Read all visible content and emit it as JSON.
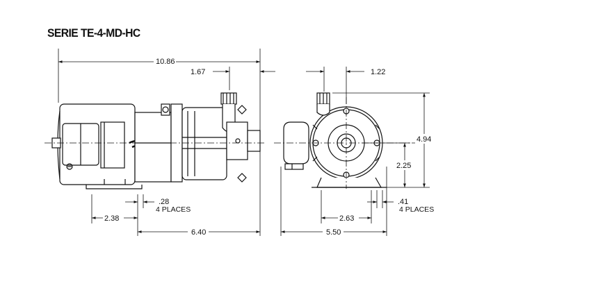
{
  "title": "SERIE TE-4-MD-HC",
  "dimensions": {
    "overall_length": "10.86",
    "inlet_offset": "1.67",
    "outlet_offset_front": "1.22",
    "total_height": "4.94",
    "shaft_height": "2.25",
    "mount_hole_side": ".28",
    "mount_hole_side_note": "4 PLACES",
    "mount_hole_front": ".41",
    "mount_hole_front_note": "4 PLACES",
    "base_offset": "2.38",
    "base_width_front": "2.63",
    "side_length": "6.40",
    "front_width": "5.50"
  }
}
